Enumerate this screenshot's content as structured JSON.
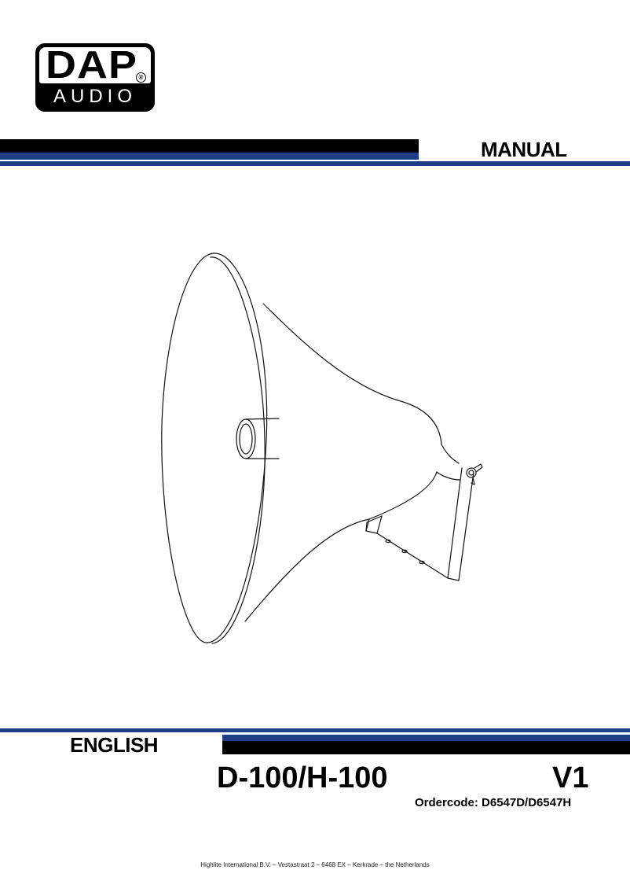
{
  "logo": {
    "top_text": "DAP",
    "registered_mark": "®",
    "bottom_text": "AUDIO"
  },
  "header": {
    "title": "MANUAL"
  },
  "illustration": {
    "subject": "horn-speaker-with-mounting-bracket"
  },
  "language": {
    "label": "ENGLISH"
  },
  "product": {
    "model": "D-100/H-100",
    "version": "V1",
    "ordercode": "Ordercode: D6547D/D6547H"
  },
  "footer": {
    "address": "Highlite International B.V. – Vestastraat 2 – 6468 EX – Kerkrade – the Netherlands"
  },
  "colors": {
    "band_blue": "#1d3e86",
    "band_black": "#000000"
  }
}
